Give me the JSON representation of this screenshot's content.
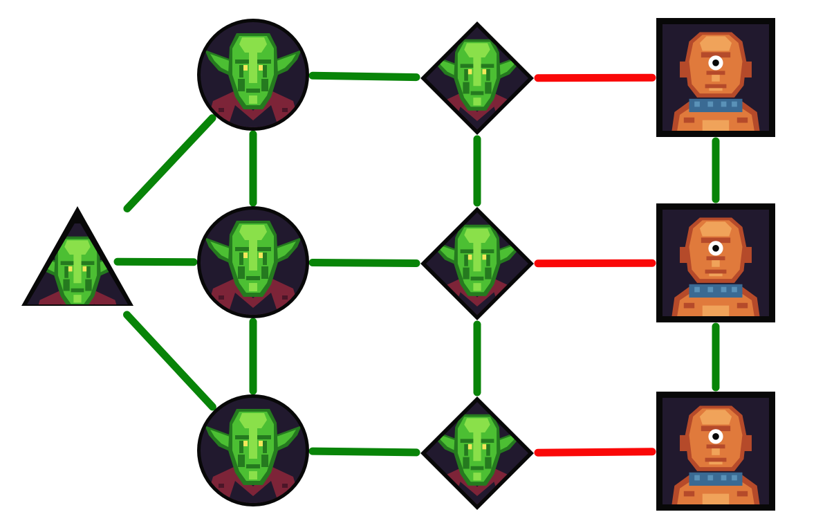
{
  "colors": {
    "background": "#ffffff",
    "link_friendly": "#088408",
    "link_hostile": "#fa0808",
    "frame": "#080808",
    "portrait_bg": "#21192e",
    "goblin_skin": "#4cbf33",
    "goblin_light": "#8ae04a",
    "goblin_dark": "#257a1f",
    "goblin_eye": "#f2e75a",
    "goblin_robe": "#7d2438",
    "cyclops_skin": "#e07a3c",
    "cyclops_light": "#f0a35a",
    "cyclops_dark": "#b54a2a",
    "cyclops_collar": "#3a6a93",
    "cyclops_eye": "#ffffff"
  },
  "icons": {
    "goblin": "goblin-portrait-icon",
    "cyclops": "cyclops-portrait-icon"
  },
  "nodes": [
    {
      "id": "triangle-goblin",
      "shape": "triangle",
      "character": "goblin"
    },
    {
      "id": "circle-goblin-top",
      "shape": "circle",
      "character": "goblin"
    },
    {
      "id": "circle-goblin-middle",
      "shape": "circle",
      "character": "goblin"
    },
    {
      "id": "circle-goblin-bottom",
      "shape": "circle",
      "character": "goblin"
    },
    {
      "id": "diamond-goblin-top",
      "shape": "diamond",
      "character": "goblin"
    },
    {
      "id": "diamond-goblin-middle",
      "shape": "diamond",
      "character": "goblin"
    },
    {
      "id": "diamond-goblin-bottom",
      "shape": "diamond",
      "character": "goblin"
    },
    {
      "id": "square-cyclops-top",
      "shape": "square",
      "character": "cyclops"
    },
    {
      "id": "square-cyclops-middle",
      "shape": "square",
      "character": "cyclops"
    },
    {
      "id": "square-cyclops-bottom",
      "shape": "square",
      "character": "cyclops"
    }
  ],
  "edges": [
    {
      "from": "triangle-goblin",
      "to": "circle-goblin-top",
      "relation": "friendly"
    },
    {
      "from": "triangle-goblin",
      "to": "circle-goblin-middle",
      "relation": "friendly"
    },
    {
      "from": "triangle-goblin",
      "to": "circle-goblin-bottom",
      "relation": "friendly"
    },
    {
      "from": "circle-goblin-top",
      "to": "circle-goblin-middle",
      "relation": "friendly"
    },
    {
      "from": "circle-goblin-middle",
      "to": "circle-goblin-bottom",
      "relation": "friendly"
    },
    {
      "from": "circle-goblin-top",
      "to": "diamond-goblin-top",
      "relation": "friendly"
    },
    {
      "from": "circle-goblin-middle",
      "to": "diamond-goblin-middle",
      "relation": "friendly"
    },
    {
      "from": "circle-goblin-bottom",
      "to": "diamond-goblin-bottom",
      "relation": "friendly"
    },
    {
      "from": "diamond-goblin-top",
      "to": "diamond-goblin-middle",
      "relation": "friendly"
    },
    {
      "from": "diamond-goblin-middle",
      "to": "diamond-goblin-bottom",
      "relation": "friendly"
    },
    {
      "from": "diamond-goblin-top",
      "to": "square-cyclops-top",
      "relation": "hostile"
    },
    {
      "from": "diamond-goblin-middle",
      "to": "square-cyclops-middle",
      "relation": "hostile"
    },
    {
      "from": "diamond-goblin-bottom",
      "to": "square-cyclops-bottom",
      "relation": "hostile"
    },
    {
      "from": "square-cyclops-top",
      "to": "square-cyclops-middle",
      "relation": "friendly"
    },
    {
      "from": "square-cyclops-middle",
      "to": "square-cyclops-bottom",
      "relation": "friendly"
    }
  ]
}
